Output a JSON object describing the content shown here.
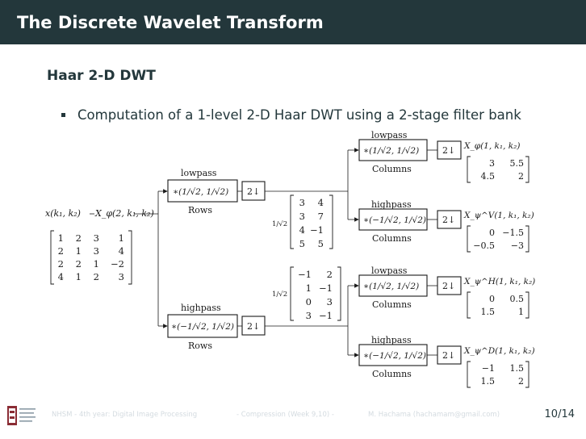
{
  "header": {
    "title": "The Discrete Wavelet Transform"
  },
  "section": {
    "title": "Haar 2-D DWT"
  },
  "bullets": [
    "Computation of a 1-level 2-D Haar DWT using a 2-stage filter bank"
  ],
  "diagram": {
    "input_label": "x(k₁, k₂)",
    "input_arrow_label": "X_φ(2, k₁, k₂)",
    "input_matrix": [
      [
        "1",
        "2",
        "3",
        "1"
      ],
      [
        "2",
        "1",
        "3",
        "4"
      ],
      [
        "2",
        "2",
        "1",
        "−2"
      ],
      [
        "4",
        "1",
        "2",
        "3"
      ]
    ],
    "row_filters": [
      {
        "name": "lowpass",
        "expr": "∗(1/√2, 1/√2)",
        "caption": "Rows"
      },
      {
        "name": "highpass",
        "expr": "∗(−1/√2, 1/√2)",
        "caption": "Rows"
      }
    ],
    "downsample_label": "2↓",
    "scale_factor": "1/√2",
    "intermediate_matrices": [
      [
        [
          "3",
          "4"
        ],
        [
          "3",
          "7"
        ],
        [
          "4",
          "−1"
        ],
        [
          "5",
          "5"
        ]
      ],
      [
        [
          "−1",
          "2"
        ],
        [
          "1",
          "−1"
        ],
        [
          "0",
          "3"
        ],
        [
          "3",
          "−1"
        ]
      ]
    ],
    "column_filters": [
      {
        "name": "lowpass",
        "expr": "∗(1/√2, 1/√2)",
        "caption": "Columns"
      },
      {
        "name": "highpass",
        "expr": "∗(−1/√2, 1/√2)",
        "caption": "Columns"
      },
      {
        "name": "lowpass",
        "expr": "∗(1/√2, 1/√2)",
        "caption": "Columns"
      },
      {
        "name": "highpass",
        "expr": "∗(−1/√2, 1/√2)",
        "caption": "Columns"
      }
    ],
    "outputs": [
      {
        "label": "X_φ(1, k₁, k₂)",
        "matrix": [
          [
            "3",
            "5.5"
          ],
          [
            "4.5",
            "2"
          ]
        ]
      },
      {
        "label": "X_ψ^V(1, k₁, k₂)",
        "matrix": [
          [
            "0",
            "−1.5"
          ],
          [
            "−0.5",
            "−3"
          ]
        ]
      },
      {
        "label": "X_ψ^H(1, k₁, k₂)",
        "matrix": [
          [
            "0",
            "0.5"
          ],
          [
            "1.5",
            "1"
          ]
        ]
      },
      {
        "label": "X_ψ^D(1, k₁, k₂)",
        "matrix": [
          [
            "−1",
            "1.5"
          ],
          [
            "1.5",
            "2"
          ]
        ]
      }
    ]
  },
  "footer": {
    "left": "NHSM - 4th year: Digital Image Processing",
    "center": "- Compression (Week 9,10) -",
    "right": "M. Hachama (hachamam@gmail.com)",
    "page": "10/14"
  }
}
